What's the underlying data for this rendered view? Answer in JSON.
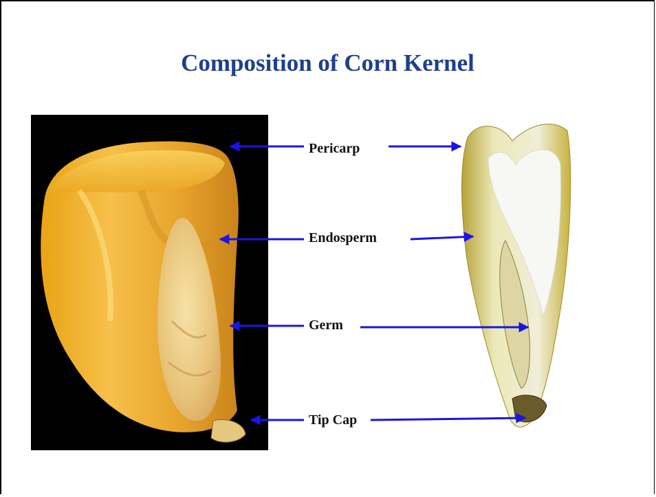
{
  "slide": {
    "title": "Composition of Corn Kernel"
  },
  "labels": {
    "pericarp": "Pericarp",
    "endosperm": "Endosperm",
    "germ": "Germ",
    "tip_cap": "Tip Cap"
  },
  "colors": {
    "title": "#1f3f8f",
    "arrow": "#1a14e6",
    "kernel_yellow": "#e8a21a",
    "background_photo": "#000000"
  }
}
